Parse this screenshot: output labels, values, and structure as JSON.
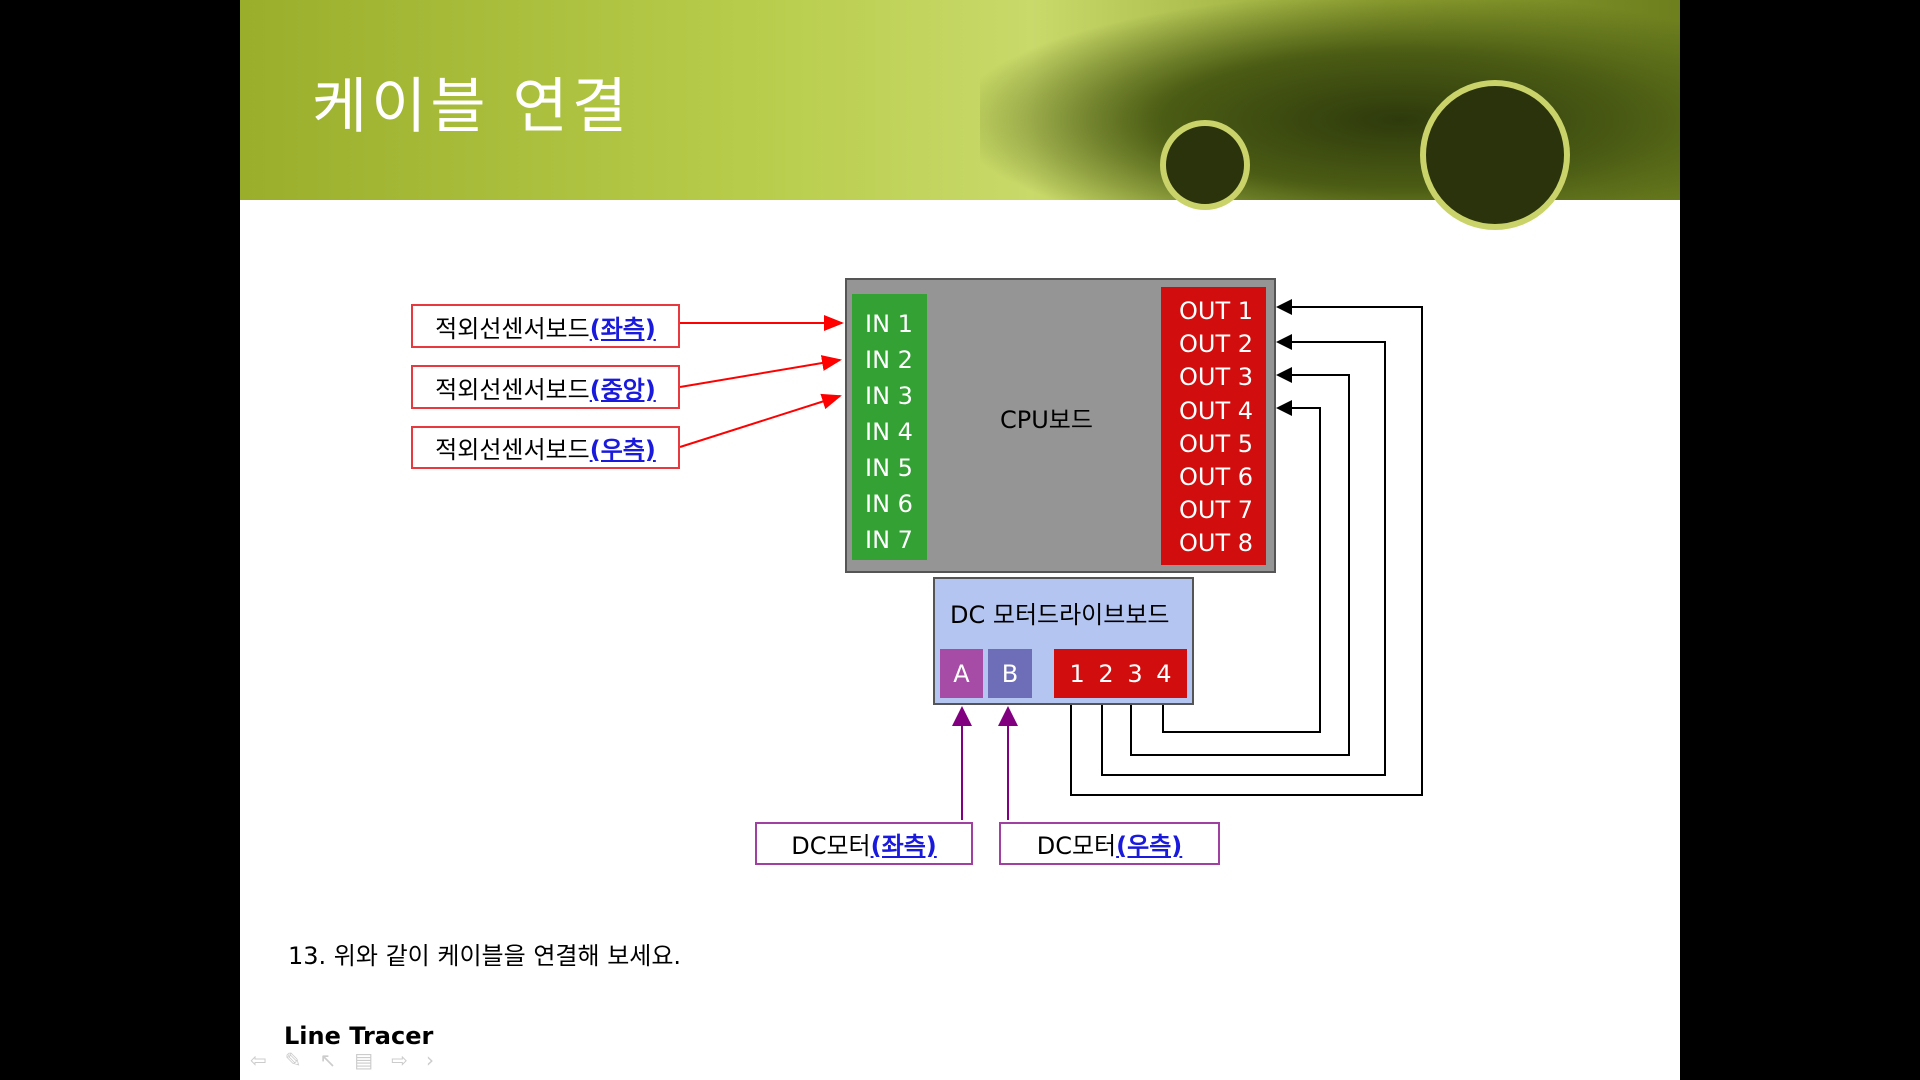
{
  "title": "케이블 연결",
  "sensors": [
    {
      "prefix": "적외선센서보드",
      "side": "(좌측)"
    },
    {
      "prefix": "적외선센서보드",
      "side": "(중앙)"
    },
    {
      "prefix": "적외선센서보드",
      "side": "(우측)"
    }
  ],
  "cpu": {
    "label": "CPU보드",
    "inputs": [
      "IN 1",
      "IN 2",
      "IN 3",
      "IN 4",
      "IN 5",
      "IN 6",
      "IN 7"
    ],
    "outputs": [
      "OUT 1",
      "OUT 2",
      "OUT 3",
      "OUT 4",
      "OUT 5",
      "OUT 6",
      "OUT 7",
      "OUT 8"
    ]
  },
  "driver": {
    "label": "DC 모터드라이브보드",
    "a": "A",
    "b": "B",
    "ports": "1 2 3 4"
  },
  "motors": [
    {
      "prefix": "DC모터",
      "side": "(좌측)"
    },
    {
      "prefix": "DC모터",
      "side": "(우측)"
    }
  ],
  "instruction": "13. 위와 같이 케이블을 연결해 보세요.",
  "footer": "Line Tracer",
  "colors": {
    "input": "#33a133",
    "output": "#d20d0d",
    "cpu": "#959595",
    "driver": "#b3c5f0",
    "portA": "#a64ca6",
    "portB": "#6e6eb8"
  }
}
